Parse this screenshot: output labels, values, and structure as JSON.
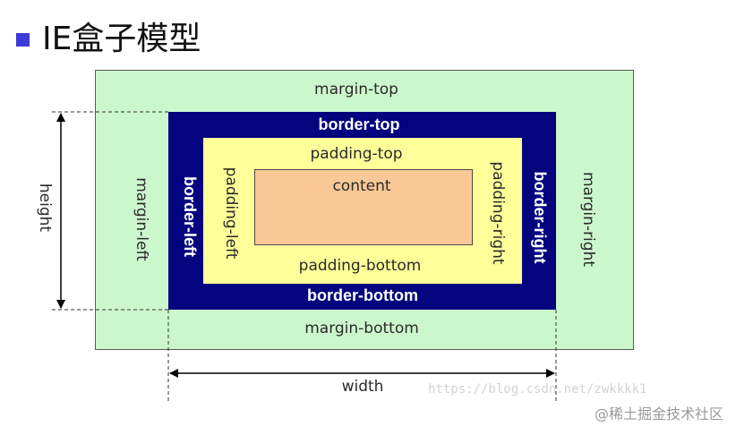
{
  "title": "IE盒子模型",
  "labels": {
    "margin_top": "margin-top",
    "margin_bottom": "margin-bottom",
    "margin_left": "margin-left",
    "margin_right": "margin-right",
    "border_top": "border-top",
    "border_bottom": "border-bottom",
    "border_left": "border-left",
    "border_right": "border-right",
    "padding_top": "padding-top",
    "padding_bottom": "padding-bottom",
    "padding_left": "padding-left",
    "padding_right": "padding-right",
    "content": "content",
    "height": "height",
    "width": "width"
  },
  "watermark": "https://blog.csdn.net/zwkkkk1",
  "brand": "@稀土掘金技术社区",
  "colors": {
    "margin": "#ccf7cc",
    "border": "#04047f",
    "padding": "#ffff99",
    "content": "#f9c896",
    "bullet": "#3b3bd6"
  }
}
